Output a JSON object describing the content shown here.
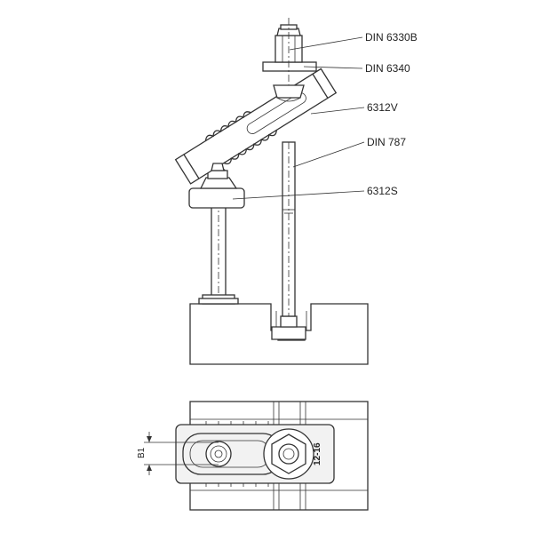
{
  "callouts": {
    "din6330b": "DIN 6330B",
    "din6340": "DIN 6340",
    "clamp_6312v": "6312V",
    "din787": "DIN 787",
    "support_6312s": "6312S"
  },
  "dimension": {
    "b1": "B1"
  },
  "stamp": {
    "text": "12-16"
  }
}
